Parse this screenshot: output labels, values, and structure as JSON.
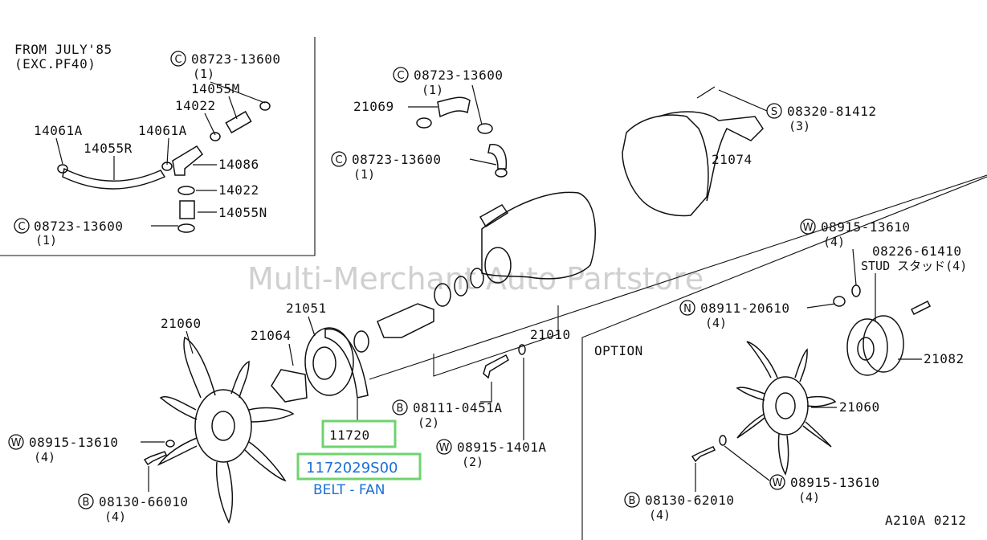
{
  "inset": {
    "title_line1": "FROM JULY'85",
    "title_line2": "(EXC.PF40)",
    "parts": {
      "p_clamp_top_code": "C",
      "p_clamp_top_num": "08723-13600",
      "p_clamp_top_qty": "(1)",
      "p_14055m": "14055M",
      "p_14022_top": "14022",
      "p_14061a_left": "14061A",
      "p_14061a_right": "14061A",
      "p_14055r": "14055R",
      "p_14086": "14086",
      "p_14022_bottom": "14022",
      "p_14055n": "14055N",
      "p_clamp_bottom_code": "C",
      "p_clamp_bottom_num": "08723-13600",
      "p_clamp_bottom_qty": "(1)"
    }
  },
  "main": {
    "c_top_code": "C",
    "c_top_num": "08723-13600",
    "c_top_qty": "(1)",
    "p_21069": "21069",
    "c_mid_code": "C",
    "c_mid_num": "08723-13600",
    "c_mid_qty": "(1)",
    "s_code": "S",
    "s_num": "08320-81412",
    "s_qty": "(3)",
    "p_21074": "21074",
    "p_21060": "21060",
    "p_21051": "21051",
    "p_21064": "21064",
    "p_21010": "21010",
    "b1_code": "B",
    "b1_num": "08111-0451A",
    "b1_qty": "(2)",
    "w1_code": "W",
    "w1_num": "08915-1401A",
    "w1_qty": "(2)",
    "w2_code": "W",
    "w2_num": "08915-13610",
    "w2_qty": "(4)",
    "b2_code": "B",
    "b2_num": "08130-66010",
    "b2_qty": "(4)",
    "p_11720": "11720"
  },
  "option": {
    "title": "OPTION",
    "w3_code": "W",
    "w3_num": "08915-13610",
    "w3_qty": "(4)",
    "stud_num": "08226-61410",
    "stud_label": "STUD スタッド(4)",
    "n_code": "N",
    "n_num": "08911-20610",
    "n_qty": "(4)",
    "p_21082": "21082",
    "p_21060": "21060",
    "b3_code": "B",
    "b3_num": "08130-62010",
    "b3_qty": "(4)",
    "w4_code": "W",
    "w4_num": "08915-13610",
    "w4_qty": "(4)"
  },
  "highlight": {
    "part_number": "1172029S00",
    "description": "BELT - FAN",
    "box_color": "#6fd36f",
    "text_color": "#1a6fd6"
  },
  "watermark": "Multi-Merchant Auto Partstore",
  "diagram_code": "A210A 0212"
}
